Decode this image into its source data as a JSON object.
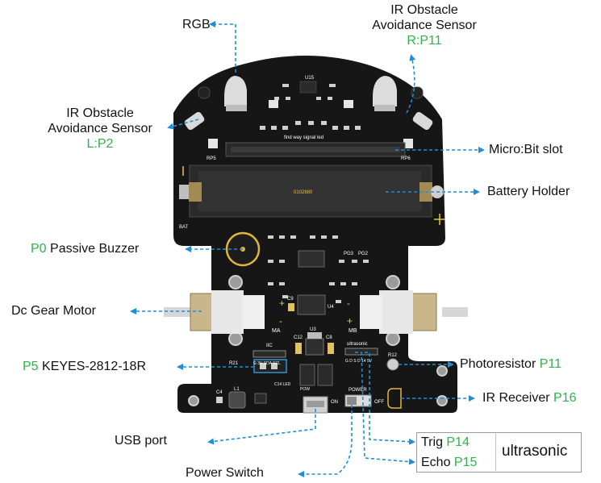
{
  "labels": {
    "rgb": "RGB",
    "ir_right_line1": "IR Obstacle",
    "ir_right_line2": "Avoidance Sensor",
    "ir_right_pin": "R:P11",
    "ir_left_line1": "IR Obstacle",
    "ir_left_line2": "Avoidance Sensor",
    "ir_left_pin": "L:P2",
    "microbit_slot": "Micro:Bit slot",
    "battery_holder": "Battery Holder",
    "buzzer_pin": "P0",
    "buzzer": "Passive Buzzer",
    "motor": "Dc Gear Motor",
    "led_pin": "P5",
    "led": "KEYES-2812-18R",
    "photoresistor": "Photoresistor",
    "photoresistor_pin": "P11",
    "ir_receiver": "IR Receiver",
    "ir_receiver_pin": "P16",
    "usb": "USB port",
    "power_switch": "Power Switch",
    "trig": "Trig",
    "trig_pin": "P14",
    "echo": "Echo",
    "echo_pin": "P15",
    "ultrasonic": "ultrasonic"
  },
  "silkscreen": {
    "u15": "U15",
    "find_way": "find way signal led",
    "battery_code": "0102880",
    "iic": "IIC",
    "iic_pins": "G 3V SDA SCL",
    "ultrasonic_tag": "ultrasonic",
    "ultra_pins": "G D S D 14 5V",
    "power": "POWER",
    "off": "OFF",
    "on": "ON",
    "ma": "MA",
    "mb": "MB",
    "bat": "BAT",
    "u3": "U3",
    "u4": "U4",
    "pg3": "PG3",
    "pg2": "PG2",
    "r12": "R12",
    "c4": "C4",
    "c12": "C12",
    "c8": "C8",
    "c9": "C9",
    "l1": "L1",
    "r21": "R21",
    "rp5": "RP5",
    "rp6": "RP6",
    "c14_led": "C14 LED",
    "pow": "POW"
  },
  "colors": {
    "pin_green": "#2db34a",
    "arrow_blue": "#1c8fd6",
    "board_black": "#161616",
    "gold": "#e8c24a"
  }
}
